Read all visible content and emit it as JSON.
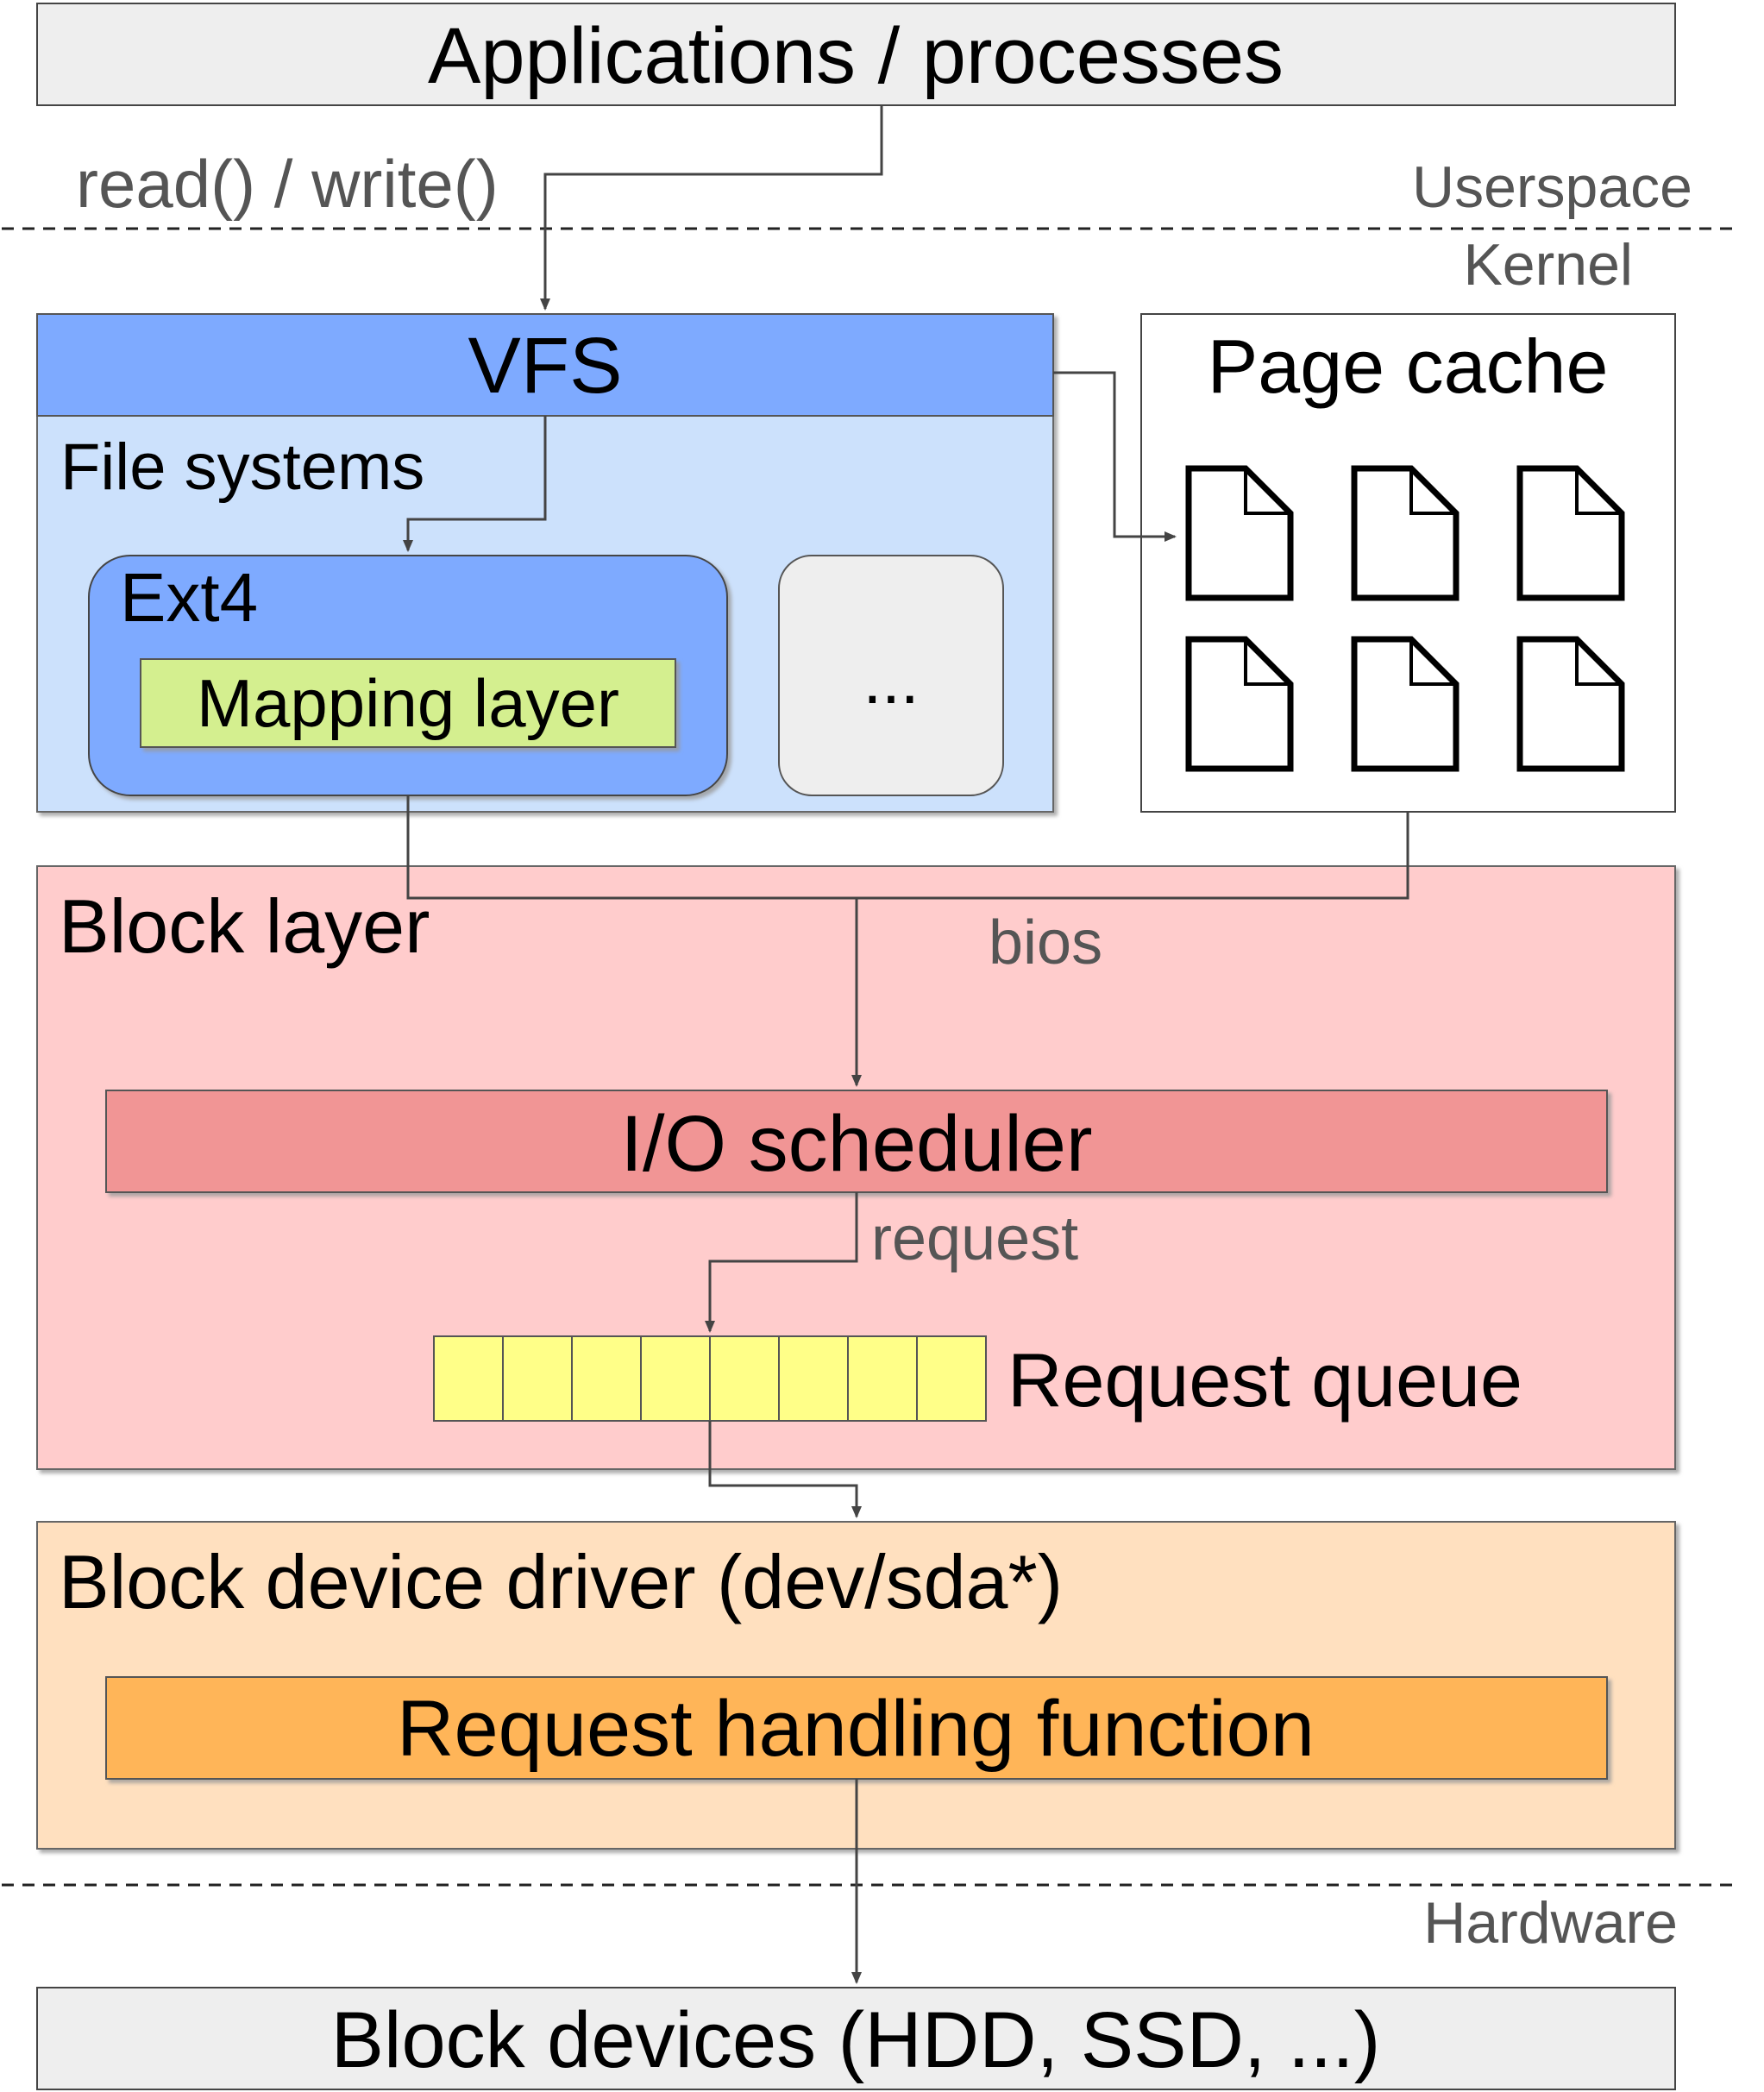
{
  "applications": {
    "label": "Applications / processes"
  },
  "syscalls": {
    "label": "read() / write()"
  },
  "boundaries": {
    "userspace": "Userspace",
    "kernel": "Kernel",
    "hardware": "Hardware"
  },
  "vfs": {
    "label": "VFS"
  },
  "file_systems": {
    "label": "File systems",
    "ext4": {
      "label": "Ext4",
      "mapping_layer": "Mapping layer"
    },
    "other": "..."
  },
  "page_cache": {
    "label": "Page cache"
  },
  "block_layer": {
    "label": "Block layer",
    "bios_label": "bios",
    "io_scheduler": "I/O scheduler",
    "request_label": "request",
    "request_queue": "Request queue"
  },
  "driver": {
    "label": "Block device driver (dev/sda*)",
    "handler": "Request handling function"
  },
  "devices": {
    "label": "Block devices (HDD, SSD, ...)"
  },
  "colors": {
    "gray_box": "#eeeeee",
    "vfs_blue": "#7eaaff",
    "fs_light_blue": "#cce1fc",
    "mapping_green": "#d4ef8f",
    "block_pink": "#ffcccc",
    "scheduler_red": "#f19595",
    "queue_yellow": "#ffff88",
    "driver_peach": "#ffe0bf",
    "handler_orange": "#ffb558",
    "arrow_gray": "#444444"
  },
  "icons": [
    "page-icon"
  ]
}
